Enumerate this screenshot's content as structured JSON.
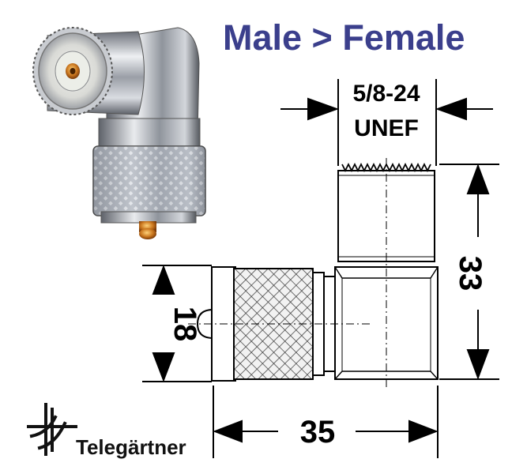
{
  "title": "Male > Female",
  "brand": {
    "name": "Telegärtner",
    "logo_icon": "telegaertner-logo-icon"
  },
  "thread": {
    "line1": "5/8-24",
    "line2": "UNEF"
  },
  "dimensions": {
    "height": "33",
    "diameter": "18",
    "length": "35"
  },
  "colors": {
    "title": "#3b3f8c",
    "lines": "#000000"
  }
}
